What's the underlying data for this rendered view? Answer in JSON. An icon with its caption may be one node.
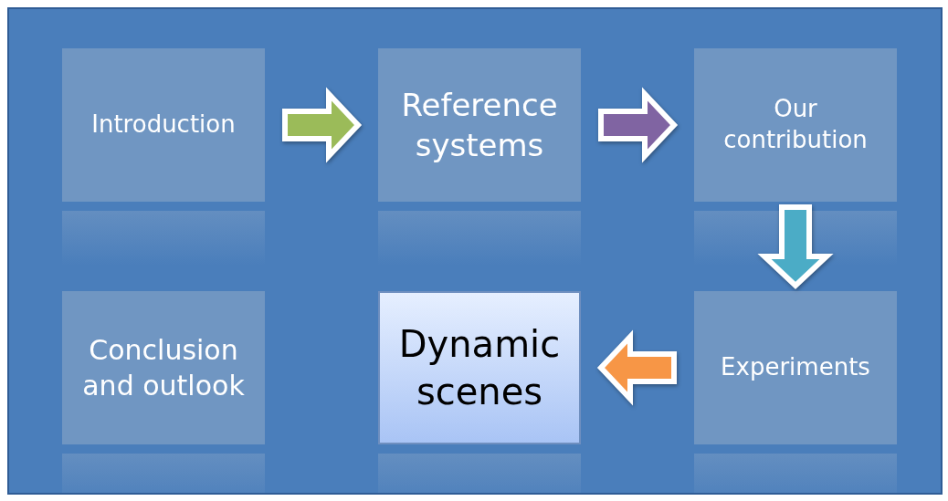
{
  "diagram": {
    "nodes": [
      {
        "text": [
          "Introduction"
        ]
      },
      {
        "text": [
          "Reference systems"
        ]
      },
      {
        "text": [
          "Our contribution"
        ]
      },
      {
        "text": [
          "Conclusion and outlook"
        ]
      },
      {
        "text": [
          "Dynamic scenes"
        ]
      },
      {
        "text": [
          "Experiments"
        ]
      }
    ],
    "edges": [
      {
        "from": 0,
        "to": 1,
        "arrow": "to",
        "color": "#9bbb59"
      },
      {
        "from": 1,
        "to": 2,
        "arrow": "to",
        "color": "#8064a2"
      },
      {
        "from": 2,
        "to": 5,
        "arrow": "to",
        "color": "#4bacc6"
      },
      {
        "from": 5,
        "to": 4,
        "arrow": "to",
        "color": "#f79646"
      }
    ]
  }
}
